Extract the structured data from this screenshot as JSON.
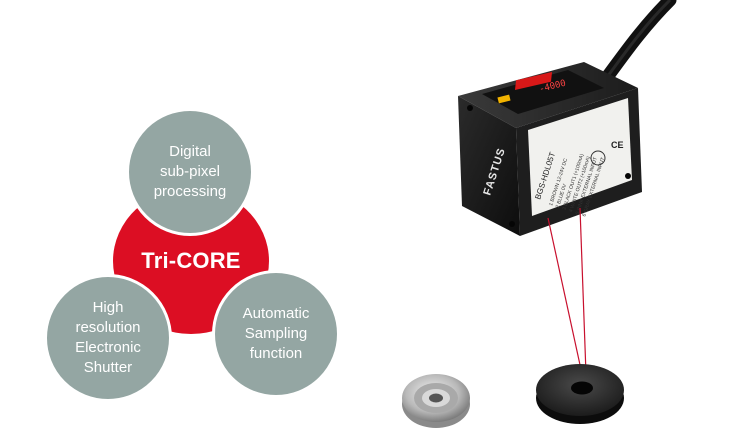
{
  "diagram": {
    "core_label": "Tri-CORE",
    "features": [
      {
        "label": "Digital\nsub-pixel\nprocessing"
      },
      {
        "label": "High\nresolution\nElectronic\nShutter"
      },
      {
        "label": "Automatic\nSampling\nfunction"
      }
    ],
    "colors": {
      "core": "#dc0e23",
      "feature": "#94a6a3"
    }
  },
  "product": {
    "brand": "FASTUS",
    "model": "BGS-HDL05T",
    "display_value": "-4000",
    "wiring": [
      "1 BROWN 12-24V DC",
      "2 BLUE 0V",
      "3 BLACK OUT1 (+100mA)",
      "4 WHITE OUT2 (+100mA)",
      "5 PINK EXTERNAL INPUT",
      "6 GRAY EXTERNAL INPUT"
    ]
  }
}
